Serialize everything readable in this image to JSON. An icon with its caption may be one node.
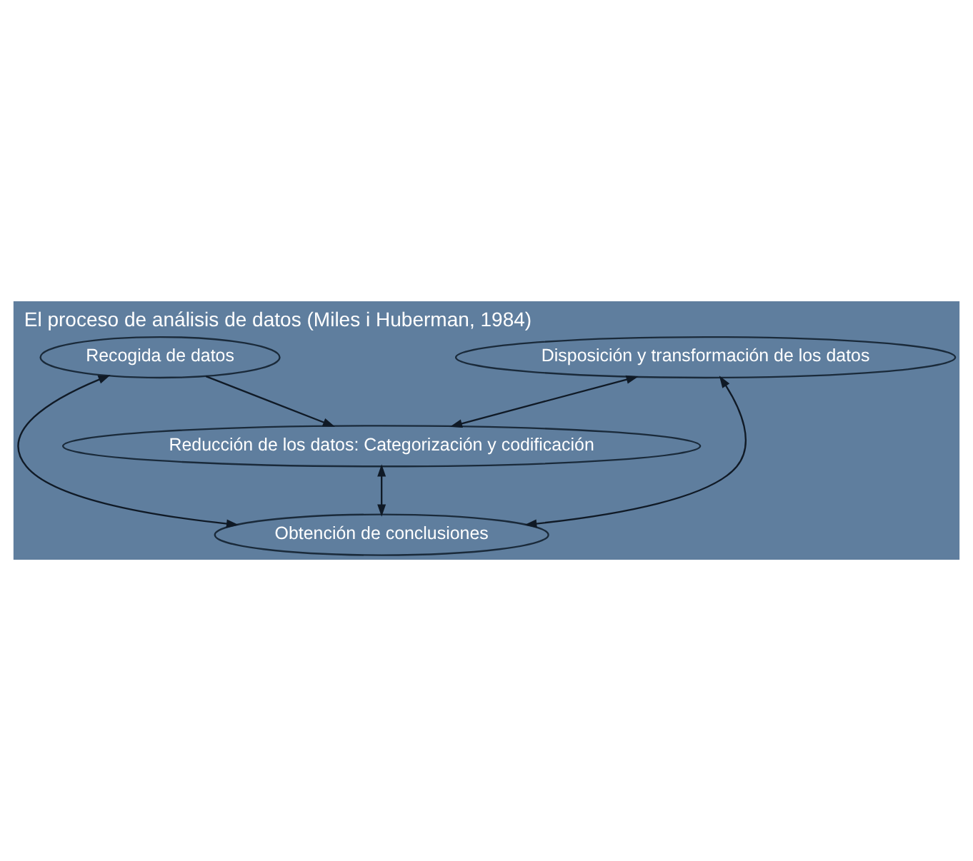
{
  "diagram": {
    "title": "El proceso de análisis de datos (Miles i Huberman, 1984)",
    "nodes": [
      {
        "text": [
          "Recogida de datos"
        ]
      },
      {
        "text": [
          "Disposición y transformación de los datos"
        ]
      },
      {
        "text": [
          "Reducción de los datos: Categorización y codificación"
        ]
      },
      {
        "text": [
          "Obtención de conclusiones"
        ]
      }
    ],
    "edges": [
      {
        "from": 0,
        "to": 2,
        "arrow": "to"
      },
      {
        "from": 2,
        "to": 1,
        "arrow": "both"
      },
      {
        "from": 2,
        "to": 3,
        "arrow": "both"
      },
      {
        "from": 1,
        "to": 3,
        "arrow": "both"
      },
      {
        "from": 0,
        "to": 3,
        "arrow": "both"
      }
    ]
  }
}
